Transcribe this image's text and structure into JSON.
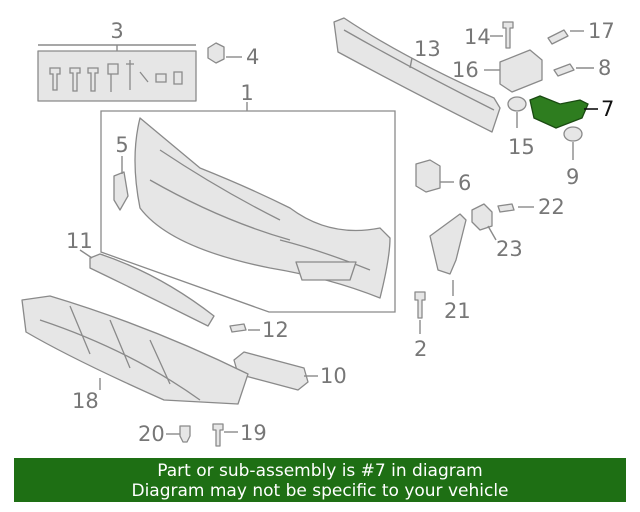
{
  "callouts": {
    "c1": "1",
    "c2": "2",
    "c3": "3",
    "c4": "4",
    "c5": "5",
    "c6": "6",
    "c7": "7",
    "c8": "8",
    "c9": "9",
    "c10": "10",
    "c11": "11",
    "c12": "12",
    "c13": "13",
    "c14": "14",
    "c15": "15",
    "c16": "16",
    "c17": "17",
    "c18": "18",
    "c19": "19",
    "c20": "20",
    "c21": "21",
    "c22": "22",
    "c23": "23"
  },
  "highlight": {
    "part": "7",
    "color": "#2e7d1f"
  },
  "banner": {
    "line1": "Part or sub-assembly is #7 in diagram",
    "line2": "Diagram may not be specific to your vehicle",
    "background": "#1e6f14"
  }
}
